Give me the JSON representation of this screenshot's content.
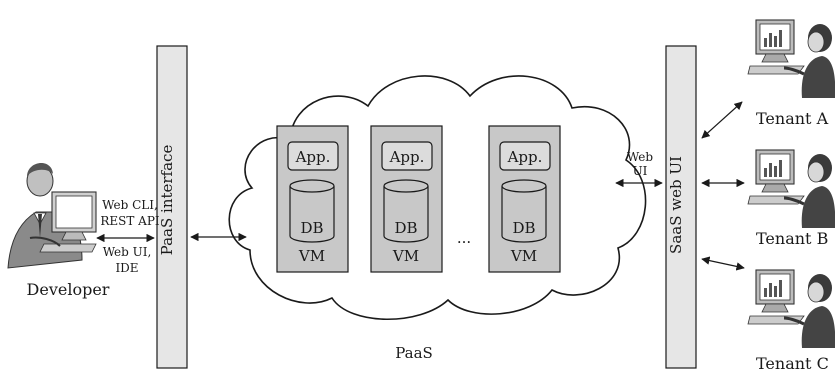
{
  "developer": {
    "label": "Developer",
    "icon": "developer-computer-icon"
  },
  "developer_links": {
    "line1": "Web CLI,",
    "line2": "REST API",
    "line3": "Web UI,",
    "line4": "IDE"
  },
  "paas_interface": {
    "label": "PaaS interface"
  },
  "cloud": {
    "label": "PaaS"
  },
  "vms": [
    {
      "app": "App.",
      "db": "DB",
      "vm": "VM"
    },
    {
      "app": "App.",
      "db": "DB",
      "vm": "VM"
    },
    {
      "app": "App.",
      "db": "DB",
      "vm": "VM"
    }
  ],
  "ellipsis": "...",
  "web_ui": {
    "line1": "Web",
    "line2": "UI"
  },
  "saas_web_ui": {
    "label": "SaaS web UI"
  },
  "tenants": [
    {
      "label": "Tenant A",
      "icon": "tenant-computer-icon"
    },
    {
      "label": "Tenant B",
      "icon": "tenant-computer-icon"
    },
    {
      "label": "Tenant C",
      "icon": "tenant-computer-icon"
    }
  ],
  "colors": {
    "bar_fill": "#e6e6e6",
    "vm_fill": "#c8c8c8",
    "app_fill": "#dcdcdc",
    "cloud_stroke": "#1a1a1a",
    "line": "#1a1a1a"
  }
}
